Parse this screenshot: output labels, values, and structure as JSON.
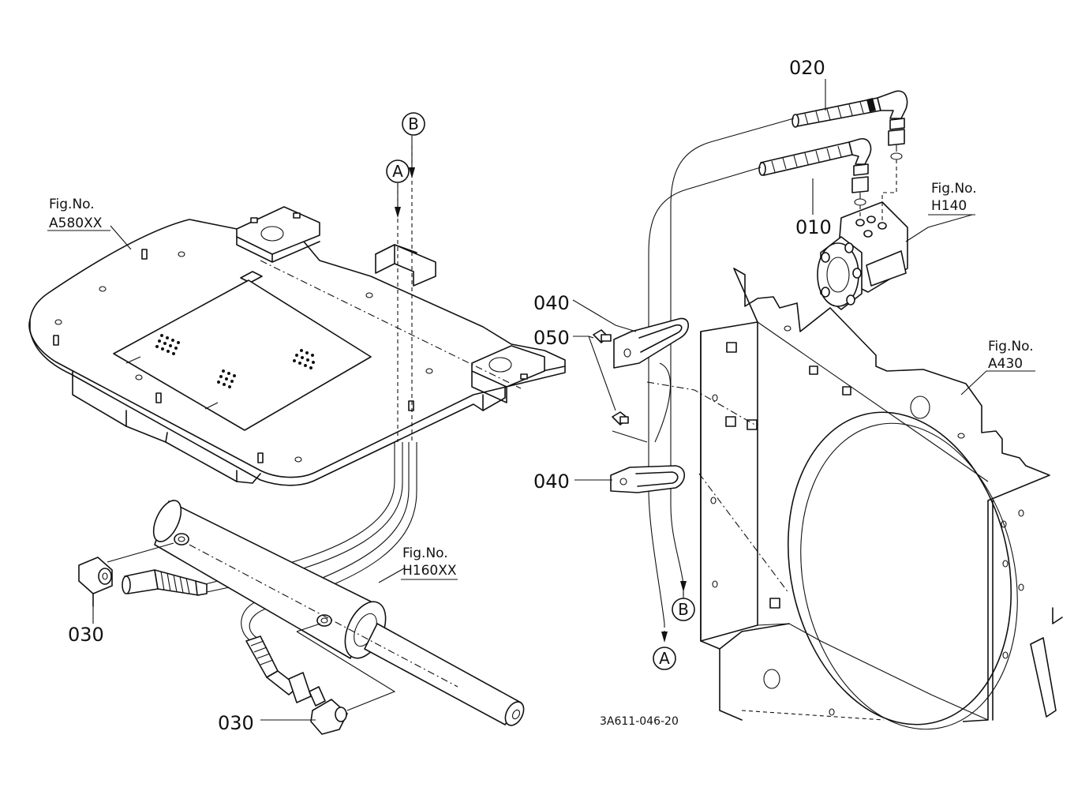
{
  "figure_refs": [
    {
      "line1": "Fig.No.",
      "line2": "A580XX"
    },
    {
      "line1": "Fig.No.",
      "line2": "H140"
    },
    {
      "line1": "Fig.No.",
      "line2": "A430"
    },
    {
      "line1": "Fig.No.",
      "line2": "H160XX"
    }
  ],
  "part_labels": {
    "p010": "010",
    "p020": "020",
    "p030a": "030",
    "p030b": "030",
    "p040a": "040",
    "p040b": "040",
    "p050": "050"
  },
  "connectors": {
    "a_top": "A",
    "b_top": "B",
    "a_bottom": "A",
    "b_bottom": "B"
  },
  "diagram_code": "3A611-046-20"
}
